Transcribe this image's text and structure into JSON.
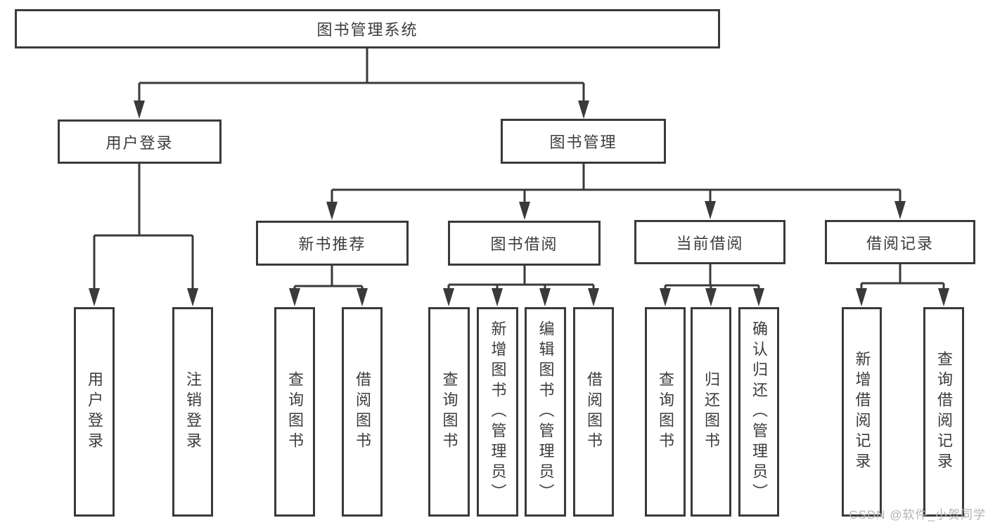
{
  "nodes": {
    "root": "图书管理系统",
    "user_login_group": "用户登录",
    "book_management": "图书管理",
    "new_book_recommend": "新书推荐",
    "book_borrowing": "图书借阅",
    "current_borrowing": "当前借阅",
    "borrowing_records": "借阅记录",
    "user_login": "用户登录",
    "logout": "注销登录",
    "nb_query_books": "查询图书",
    "nb_borrow_books": "借阅图书",
    "bb_query_books": "查询图书",
    "bb_add_books": "新增图书（管理员）",
    "bb_edit_books": "编辑图书（管理员）",
    "bb_borrow_books": "借阅图书",
    "cb_query_books": "查询图书",
    "cb_return_books": "归还图书",
    "cb_confirm_return": "确认归还（管理员）",
    "br_add_record": "新增借阅记录",
    "br_query_record": "查询借阅记录"
  },
  "hierarchy": {
    "图书管理系统": {
      "用户登录": [
        "用户登录",
        "注销登录"
      ],
      "图书管理": {
        "新书推荐": [
          "查询图书",
          "借阅图书"
        ],
        "图书借阅": [
          "查询图书",
          "新增图书（管理员）",
          "编辑图书（管理员）",
          "借阅图书"
        ],
        "当前借阅": [
          "查询图书",
          "归还图书",
          "确认归还（管理员）"
        ],
        "借阅记录": [
          "新增借阅记录",
          "查询借阅记录"
        ]
      }
    }
  },
  "watermark": "CSDN @软件_小贺同学",
  "colors": {
    "line": "#3a3a3a",
    "text": "#3c3c3c",
    "background": "#ffffff",
    "watermark": "#b3b3b3"
  }
}
